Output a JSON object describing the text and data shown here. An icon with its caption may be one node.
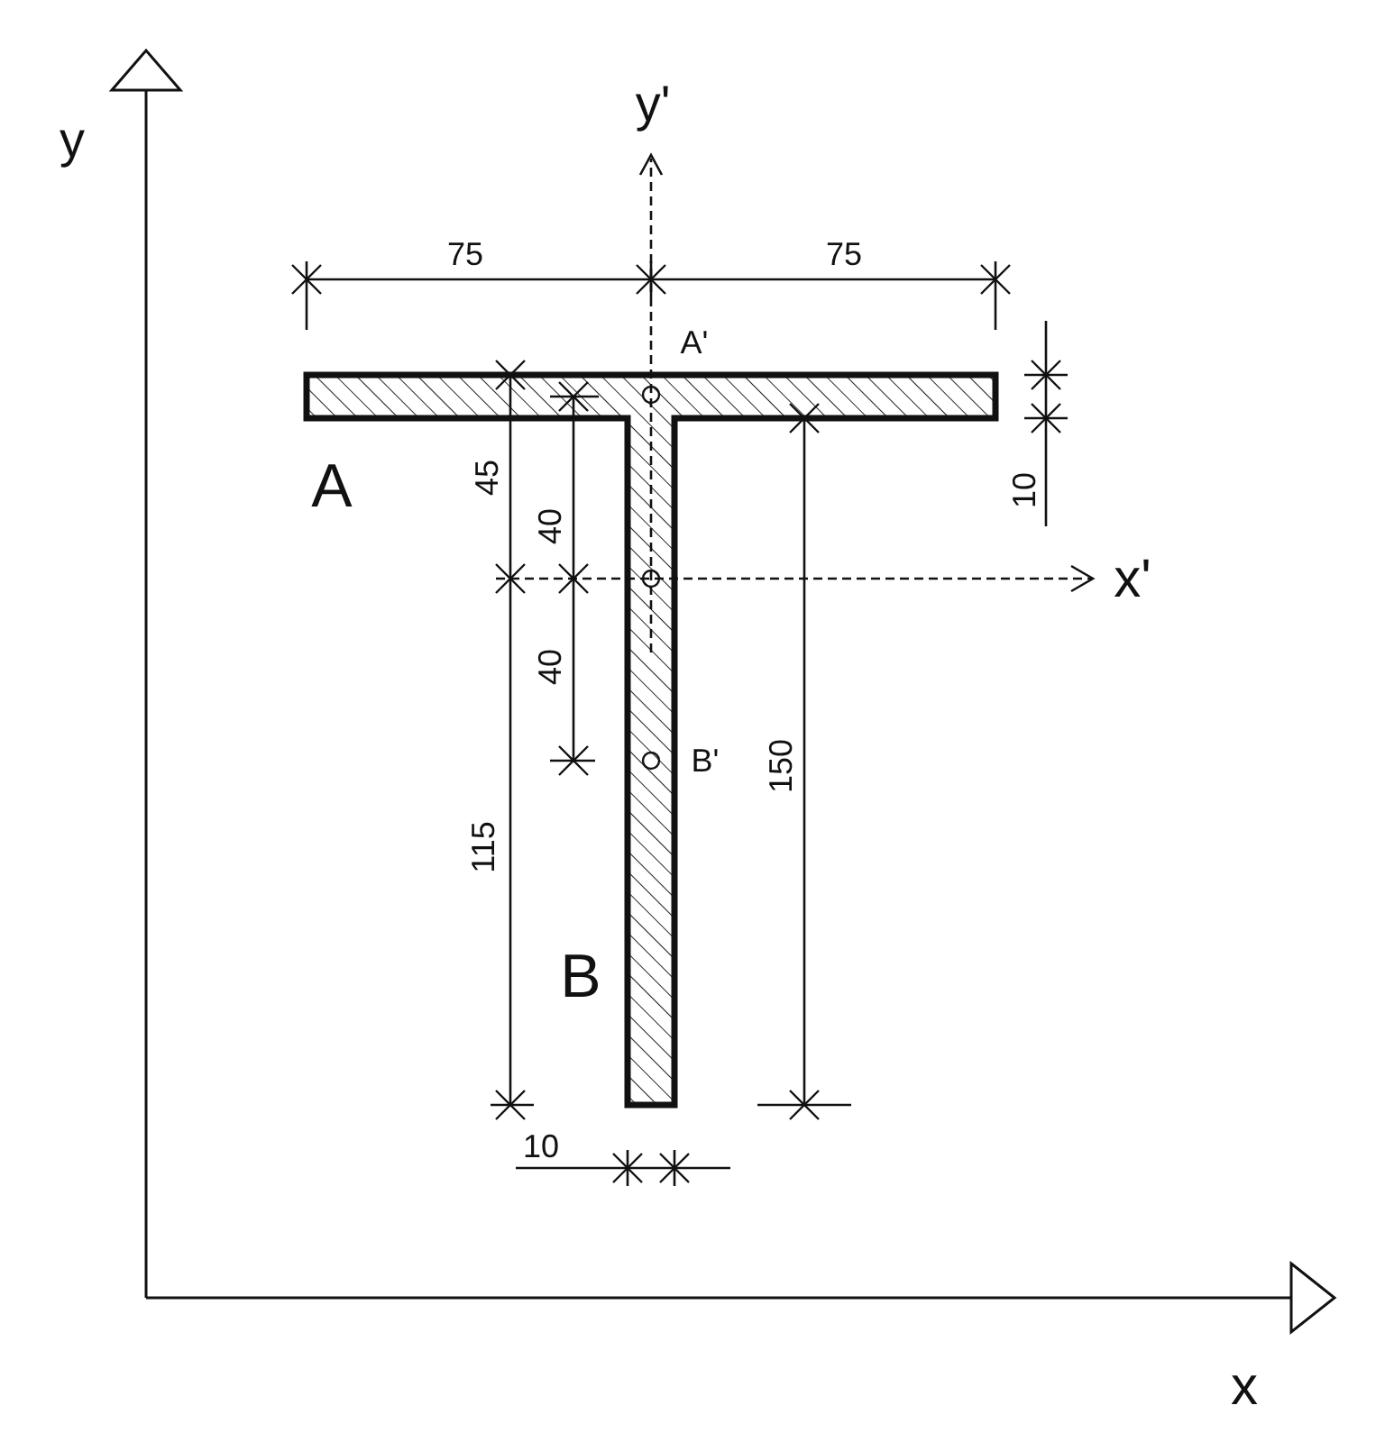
{
  "diagram": {
    "labels": [
      "y'",
      "y",
      "75",
      "75",
      "A'",
      "A",
      "45",
      "40",
      "10",
      "x'",
      "40",
      "B'",
      "150",
      "115",
      "B",
      "10",
      "x"
    ]
  }
}
